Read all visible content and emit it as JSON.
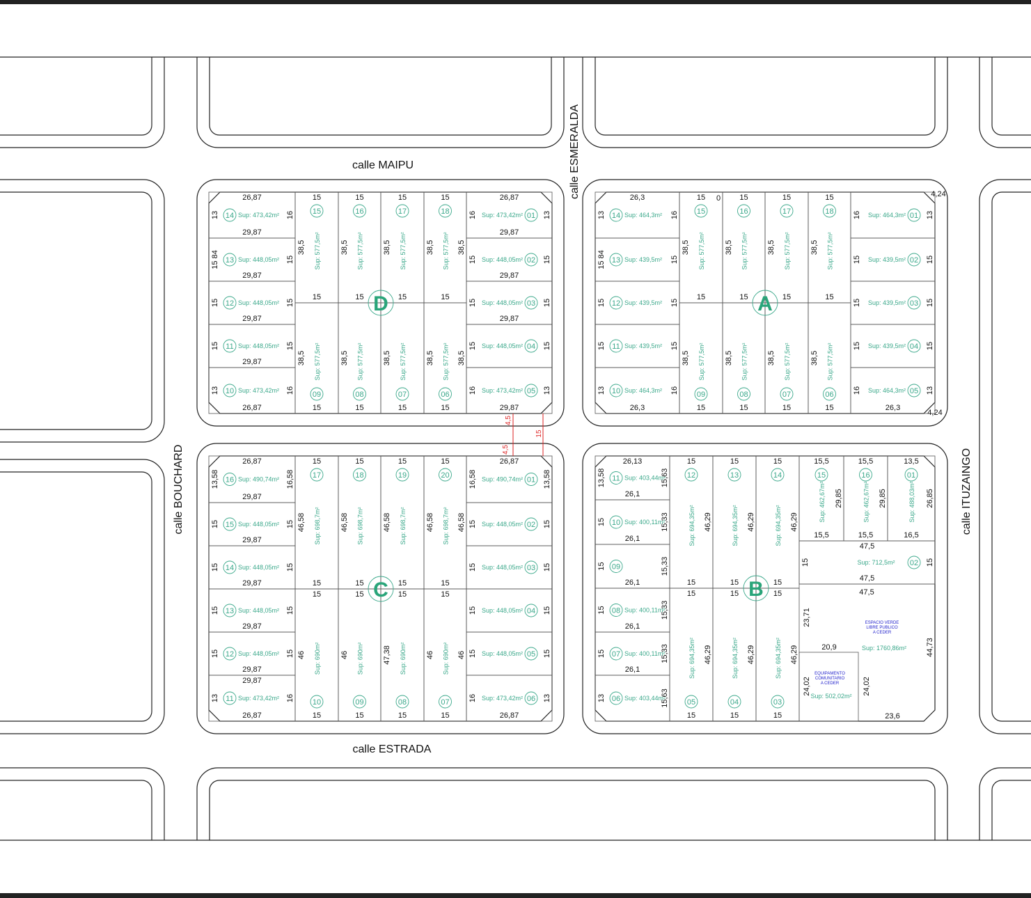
{
  "streets": {
    "maipu": "calle MAIPU",
    "esmeralda": "calle ESMERALDA",
    "bouchard": "calle BOUCHARD",
    "estrada": "calle ESTRADA",
    "ituzaingo": "calle ITUZAINGO"
  },
  "colors": {
    "lot_text": "#3aa88a",
    "block_letter": "#2aa57a",
    "easement": "#dd2222",
    "public_label": "#2222cc"
  },
  "easement": {
    "a": "4,5",
    "b": "4,5",
    "c": "15"
  },
  "blocks": {
    "D": {
      "letter": "D",
      "lots": [
        {
          "n": "14",
          "sup": "Sup: 473,42m²",
          "t": "26,87",
          "b": "29,87",
          "l": "13",
          "r": "16"
        },
        {
          "n": "13",
          "sup": "Sup: 448,05m²",
          "b": "29,87",
          "l": "15 84",
          "r": "15"
        },
        {
          "n": "12",
          "sup": "Sup: 448,05m²",
          "b": "29,87",
          "l": "15",
          "r": "15"
        },
        {
          "n": "11",
          "sup": "Sup: 448,05m²",
          "b": "29,87",
          "l": "15",
          "r": "15"
        },
        {
          "n": "10",
          "sup": "Sup: 473,42m²",
          "b": "26,87",
          "l": "13",
          "r": "16"
        },
        {
          "n": "15",
          "sup": "Sup: 577,5m²",
          "t": "15",
          "b": "15",
          "l": "38,5"
        },
        {
          "n": "16",
          "sup": "Sup: 577,5m²",
          "t": "15",
          "b": "15",
          "l": "38,5"
        },
        {
          "n": "17",
          "sup": "Sup: 577,5m²",
          "t": "15",
          "b": "15",
          "l": "38,5"
        },
        {
          "n": "18",
          "sup": "Sup: 577,5m²",
          "t": "15",
          "b": "15",
          "l": "38,5",
          "r": "38,5"
        },
        {
          "n": "09",
          "sup": "Sup: 577,5m²",
          "b": "15",
          "l": "38,5"
        },
        {
          "n": "08",
          "sup": "Sup: 577,5m²",
          "b": "15",
          "l": "38,5"
        },
        {
          "n": "07",
          "sup": "Sup: 577,5m²",
          "b": "15",
          "l": "38,5"
        },
        {
          "n": "06",
          "sup": "Sup: 577,5m²",
          "b": "15",
          "l": "38,5",
          "r": "38,5"
        },
        {
          "n": "01",
          "sup": "Sup: 473,42m²",
          "t": "26,87",
          "b": "29,87",
          "l": "16",
          "r": "13"
        },
        {
          "n": "02",
          "sup": "Sup: 448,05m²",
          "b": "29,87",
          "l": "15",
          "r": "15"
        },
        {
          "n": "03",
          "sup": "Sup: 448,05m²",
          "b": "29,87",
          "l": "15",
          "r": "15"
        },
        {
          "n": "04",
          "sup": "Sup: 448,05m²",
          "l": "15",
          "r": "15"
        },
        {
          "n": "05",
          "sup": "Sup: 473,42m²",
          "b": "29,87",
          "l": "16",
          "r": "13"
        }
      ]
    },
    "A": {
      "letter": "A",
      "corner_top": "4,24",
      "corner_bottom": "4,24",
      "zero": "0",
      "lots": [
        {
          "n": "14",
          "sup": "Sup: 464,3m²",
          "t": "26,3",
          "l": "13",
          "r": "16"
        },
        {
          "n": "13",
          "sup": "Sup: 439,5m²",
          "l": "15 84",
          "r": "15"
        },
        {
          "n": "12",
          "sup": "Sup: 439,5m²",
          "l": "15",
          "r": "15"
        },
        {
          "n": "11",
          "sup": "Sup: 439,5m²",
          "l": "15",
          "r": "15"
        },
        {
          "n": "10",
          "sup": "Sup: 464,3m²",
          "b": "26,3",
          "l": "13",
          "r": "16"
        },
        {
          "n": "15",
          "sup": "Sup: 577,5m²",
          "t": "15",
          "b": "15",
          "l": "38,5"
        },
        {
          "n": "16",
          "sup": "Sup: 577,5m²",
          "t": "15",
          "b": "15",
          "l": "38,5"
        },
        {
          "n": "17",
          "sup": "Sup: 577,5m²",
          "t": "15",
          "b": "15",
          "l": "38,5"
        },
        {
          "n": "18",
          "sup": "Sup: 577,5m²",
          "t": "15",
          "b": "15",
          "l": "38,5"
        },
        {
          "n": "09",
          "sup": "Sup: 577,5m²",
          "b": "15",
          "l": "38,5"
        },
        {
          "n": "08",
          "sup": "Sup: 577,5m²",
          "b": "15",
          "l": "38,5"
        },
        {
          "n": "07",
          "sup": "Sup: 577,5m²",
          "b": "15",
          "l": "38,5"
        },
        {
          "n": "06",
          "sup": "Sup: 577,5m²",
          "b": "15",
          "l": "38,5"
        },
        {
          "n": "01",
          "sup": "Sup: 464,3m²",
          "l": "16",
          "r": "13"
        },
        {
          "n": "02",
          "sup": "Sup: 439,5m²",
          "l": "15",
          "r": "15"
        },
        {
          "n": "03",
          "sup": "Sup: 439,5m²",
          "l": "15",
          "r": "15"
        },
        {
          "n": "04",
          "sup": "Sup: 439,5m²",
          "l": "15",
          "r": "15"
        },
        {
          "n": "05",
          "sup": "Sup: 464,3m²",
          "b": "26,3",
          "l": "16",
          "r": "13"
        }
      ]
    },
    "C": {
      "letter": "C",
      "lots": [
        {
          "n": "16",
          "sup": "Sup: 490,74m²",
          "t": "26,87",
          "b": "29,87",
          "l": "13,58",
          "r": "16,58"
        },
        {
          "n": "15",
          "sup": "Sup: 448,05m²",
          "b": "29,87",
          "l": "15",
          "r": "15"
        },
        {
          "n": "14",
          "sup": "Sup: 448,05m²",
          "b": "29,87",
          "l": "15",
          "r": "15"
        },
        {
          "n": "13",
          "sup": "Sup: 448,05m²",
          "b": "29,87",
          "l": "15",
          "r": "15"
        },
        {
          "n": "12",
          "sup": "Sup: 448,05m²",
          "b": "29,87",
          "l": "15",
          "r": "15"
        },
        {
          "n": "11",
          "sup": "Sup: 473,42m²",
          "t": "29,87",
          "b": "26,87",
          "l": "13",
          "r": "16"
        },
        {
          "n": "17",
          "sup": "Sup: 698,7m²",
          "t": "15",
          "b": "15",
          "l": "46,58"
        },
        {
          "n": "18",
          "sup": "Sup: 698,7m²",
          "t": "15",
          "b": "15",
          "l": "46,58"
        },
        {
          "n": "19",
          "sup": "Sup: 698,7m²",
          "t": "15",
          "b": "15",
          "l": "46,58"
        },
        {
          "n": "20",
          "sup": "Sup: 698,7m²",
          "t": "15",
          "b": "15",
          "l": "46,58",
          "r": "46,58"
        },
        {
          "n": "10",
          "sup": "Sup: 690m²",
          "t": "15",
          "b": "15",
          "l": "46"
        },
        {
          "n": "09",
          "sup": "Sup: 690m²",
          "t": "15",
          "b": "15",
          "l": "46"
        },
        {
          "n": "08",
          "sup": "Sup: 690m²",
          "t": "15",
          "b": "15",
          "l": "47,38"
        },
        {
          "n": "07",
          "sup": "Sup: 690m²",
          "t": "15",
          "b": "15",
          "l": "46",
          "r": "46"
        },
        {
          "n": "01",
          "sup": "Sup: 490,74m²",
          "t": "26,87",
          "l": "16,58",
          "r": "13,58"
        },
        {
          "n": "02",
          "sup": "Sup: 448,05m²",
          "l": "15",
          "r": "15"
        },
        {
          "n": "03",
          "sup": "Sup: 448,05m²",
          "l": "15",
          "r": "15"
        },
        {
          "n": "04",
          "sup": "Sup: 448,05m²",
          "l": "15",
          "r": "15"
        },
        {
          "n": "05",
          "sup": "Sup: 448,05m²",
          "l": "15",
          "r": "15"
        },
        {
          "n": "06",
          "sup": "Sup: 473,42m²",
          "b": "26,87",
          "l": "16",
          "r": "13"
        }
      ]
    },
    "B": {
      "letter": "B",
      "lots": [
        {
          "n": "11",
          "sup": "Sup: 403,44m²",
          "t": "26,13",
          "b": "26,1",
          "l": "13,58",
          "r": "15,63"
        },
        {
          "n": "10",
          "sup": "Sup: 400,11m²",
          "b": "26,1",
          "l": "15",
          "r": "15,33"
        },
        {
          "n": "09",
          "sup": "",
          "b": "26,1",
          "l": "15",
          "r": "15,33"
        },
        {
          "n": "08",
          "sup": "Sup: 400,11m²",
          "b": "26,1",
          "l": "15",
          "r": "15,33"
        },
        {
          "n": "07",
          "sup": "Sup: 400,11m²",
          "b": "26,1",
          "l": "15",
          "r": "15,33"
        },
        {
          "n": "06",
          "sup": "Sup: 403,44m²",
          "l": "13",
          "r": "15,63"
        },
        {
          "n": "12",
          "sup": "Sup: 694,35m²",
          "t": "15",
          "b": "15",
          "r": "46,29"
        },
        {
          "n": "13",
          "sup": "Sup: 694,35m²",
          "t": "15",
          "b": "15",
          "r": "46,29"
        },
        {
          "n": "14",
          "sup": "Sup: 694,35m²",
          "t": "15",
          "b": "15",
          "r": "46,29"
        },
        {
          "n": "05",
          "sup": "Sup: 694,35m²",
          "t": "15",
          "b": "15",
          "r": "46,29"
        },
        {
          "n": "04",
          "sup": "Sup: 694,35m²",
          "t": "15",
          "b": "15",
          "r": "46,29"
        },
        {
          "n": "03",
          "sup": "Sup: 694,35m²",
          "t": "15",
          "b": "15",
          "r": "46,29"
        },
        {
          "n": "15",
          "sup": "Sup: 462,67m²",
          "t": "15,5",
          "b": "15,5",
          "r": "29,85"
        },
        {
          "n": "16",
          "sup": "Sup: 462,67m²",
          "t": "15,5",
          "b": "15,5",
          "r": "29,85"
        },
        {
          "n": "01",
          "sup": "Sup: 488,03m²",
          "t": "13,5",
          "b": "16,5",
          "r": "26,85"
        },
        {
          "n": "02",
          "sup": "Sup: 712,5m²",
          "t": "47,5",
          "b": "47,5",
          "l": "15",
          "r": "15"
        }
      ],
      "green_space": {
        "label_1": "ESPACIO VERDE",
        "label_2": "LIBRE PUBLICO",
        "label_3": "A CEDER",
        "sup": "Sup: 1760,86m²",
        "t": "47,5",
        "l": "23,71",
        "r": "44,73",
        "b": "23,6",
        "inner": "24,02"
      },
      "equipment": {
        "label_1": "EQUIPAMENTO",
        "label_2": "COMUNITARIO",
        "label_3": "A CEDER",
        "sup": "Sup: 502,02m²",
        "t": "20,9",
        "l": "24,02"
      }
    }
  }
}
